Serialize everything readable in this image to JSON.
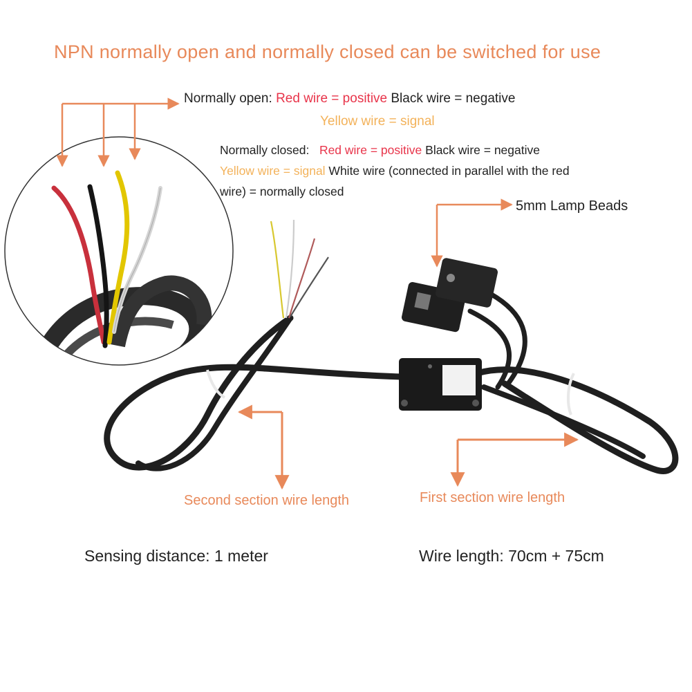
{
  "title": "NPN normally open and normally closed can be switched for use",
  "normally_open": {
    "label": "Normally open: ",
    "red": "Red wire = positive",
    "black": " Black wire = negative",
    "yellow": "Yellow wire = signal"
  },
  "normally_closed": {
    "label": "Normally closed:   ",
    "red": "Red wire = positive",
    "black": " Black wire = negative",
    "yellow": "Yellow wire = signal",
    "white": " White wire (connected in parallel with the red",
    "white_cont": "wire) = normally closed"
  },
  "lamp_beads": "5mm Lamp Beads",
  "second_section": "Second section wire length",
  "first_section": "First section wire length",
  "sensing_distance": "Sensing distance: 1 meter",
  "wire_length": "Wire length: 70cm + 75cm",
  "colors": {
    "accent": "#e8895a",
    "red_wire": "#c8303c",
    "yellow_wire": "#e2c600",
    "cable": "#222222"
  }
}
